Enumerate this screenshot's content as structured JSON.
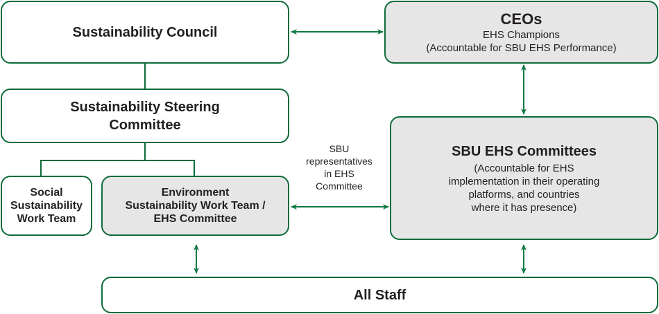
{
  "colors": {
    "border": "#0e6b3a",
    "arrow": "#0f7a43",
    "grey_fill": "#e6e6e6"
  },
  "boxes": {
    "council": {
      "title": "Sustainability Council"
    },
    "ceos": {
      "title": "CEOs",
      "line1": "EHS Champions",
      "line2": "(Accountable for SBU EHS Performance)"
    },
    "steering": {
      "title_line1": "Sustainability Steering",
      "title_line2": "Committee"
    },
    "social": {
      "line1": "Social",
      "line2": "Sustainability",
      "line3": "Work Team"
    },
    "environment": {
      "line1": "Environment",
      "line2": "Sustainability Work Team /",
      "line3": "EHS Committee"
    },
    "sbu": {
      "title": "SBU EHS Committees",
      "line1": "(Accountable for EHS",
      "line2": "implementation in their operating",
      "line3": "platforms, and countries",
      "line4": "where it has presence)"
    },
    "all_staff": {
      "title": "All Staff"
    }
  },
  "connector_label": {
    "line1": "SBU",
    "line2": "representatives",
    "line3": "in EHS",
    "line4": "Committee"
  }
}
